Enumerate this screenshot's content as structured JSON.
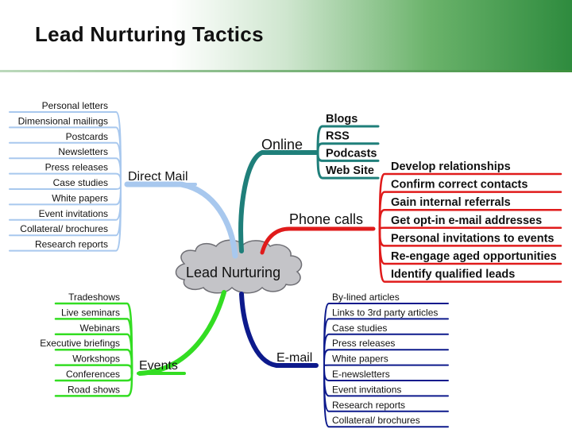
{
  "title": "Lead Nurturing Tactics",
  "center": "Lead Nurturing",
  "branches": {
    "direct_mail": {
      "label": "Direct Mail",
      "color": "#a8c8ee",
      "items": [
        "Personal letters",
        "Dimensional mailings",
        "Postcards",
        "Newsletters",
        "Press releases",
        "Case studies",
        "White papers",
        "Event invitations",
        "Collateral/ brochures",
        "Research reports"
      ]
    },
    "online": {
      "label": "Online",
      "color": "#1f7f7a",
      "items": [
        "Blogs",
        "RSS",
        "Podcasts",
        "Web Site"
      ]
    },
    "phone_calls": {
      "label": "Phone calls",
      "color": "#e01b1b",
      "items": [
        "Develop relationships",
        "Confirm correct contacts",
        "Gain internal referrals",
        "Get opt-in e-mail addresses",
        "Personal invitations to events",
        "Re-engage aged opportunities",
        "Identify qualified leads"
      ]
    },
    "events": {
      "label": "Events",
      "color": "#33dd22",
      "items": [
        "Tradeshows",
        "Live seminars",
        "Webinars",
        "Executive briefings",
        "Workshops",
        "Conferences",
        "Road shows"
      ]
    },
    "email": {
      "label": "E-mail",
      "color": "#0d1a8c",
      "items": [
        "By-lined articles",
        "Links to 3rd party articles",
        "Case studies",
        "Press releases",
        "White papers",
        "E-newsletters",
        "Event invitations",
        "Research reports",
        "Collateral/ brochures"
      ]
    }
  }
}
